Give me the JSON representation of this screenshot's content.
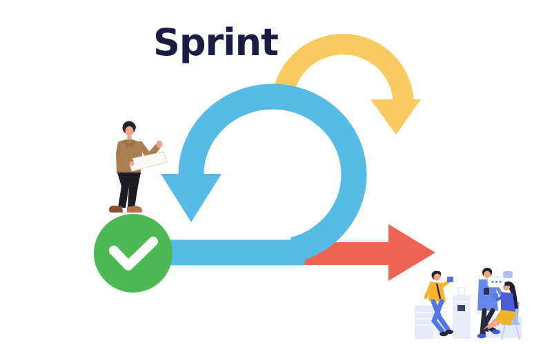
{
  "page": {
    "background": "#FFFFFF"
  },
  "title": {
    "text": "Sprint",
    "color": "#1B1B43"
  },
  "diagram": {
    "colors": {
      "loop_blue": "#57BBE8",
      "arc_yellow": "#F9CA5F",
      "arrow_red": "#EE6352",
      "check_green": "#4DB955",
      "check_mark": "#FFFFFF"
    },
    "icons": [
      {
        "name": "iteration-arc-arrow-icon",
        "shape": "yellow semicircular arrow curving down to an arrowhead on the right",
        "color": "#F9CA5F"
      },
      {
        "name": "sprint-loop-arrow-icon",
        "shape": "large blue circular loop arrow ending in a downward arrowhead",
        "color": "#57BBE8"
      },
      {
        "name": "forward-arrow-icon",
        "shape": "red horizontal arrow pointing right",
        "color": "#EE6352"
      },
      {
        "name": "check-circle-icon",
        "shape": "green circle with white checkmark",
        "color": "#4DB955"
      },
      {
        "name": "typing-dots-icon",
        "shape": "speech bubble with three dots",
        "color": "#5E7BE8"
      }
    ],
    "illustrations": [
      {
        "name": "presenter-illustration",
        "description": "man in tan jacket holding a document and gesturing, standing on the check circle"
      },
      {
        "name": "team-illustration",
        "description": "three colleagues chatting with drinks beside boxes, a water cooler and a bench"
      }
    ]
  }
}
